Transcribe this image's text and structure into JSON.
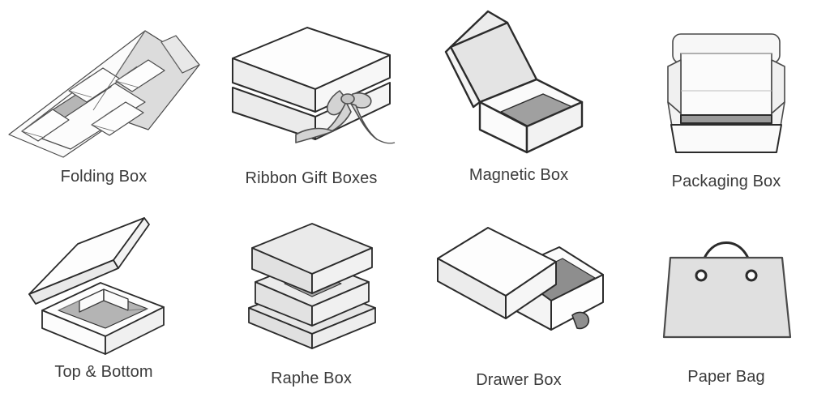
{
  "page": {
    "background": "#ffffff",
    "text_color": "#3b3b3b",
    "columns": 4,
    "rows": 2
  },
  "palette": {
    "outline": "#2b2b2b",
    "outline_soft": "#6e6e6e",
    "panel_white": "#fdfdfd",
    "panel_light": "#f1f1f1",
    "panel_mid": "#e2e2e2",
    "panel_gray": "#d9d9d9",
    "shadow_gray": "#9e9e9e",
    "shadow_dark": "#8a8a8a"
  },
  "items": [
    {
      "id": "folding-box",
      "label": "Folding Box",
      "icon": "folding-box-illustration",
      "row": 1,
      "col": 1
    },
    {
      "id": "ribbon-gift-boxes",
      "label": "Ribbon Gift Boxes",
      "icon": "ribbon-gift-box-illustration",
      "row": 1,
      "col": 2
    },
    {
      "id": "magnetic-box",
      "label": "Magnetic Box",
      "icon": "magnetic-box-illustration",
      "row": 1,
      "col": 3
    },
    {
      "id": "packaging-box",
      "label": "Packaging Box",
      "icon": "packaging-box-illustration",
      "row": 1,
      "col": 4
    },
    {
      "id": "top-bottom",
      "label": "Top & Bottom",
      "icon": "top-and-bottom-box-illustration",
      "row": 2,
      "col": 1
    },
    {
      "id": "raphe-box",
      "label": "Raphe Box",
      "icon": "raphe-box-illustration",
      "row": 2,
      "col": 2
    },
    {
      "id": "drawer-box",
      "label": "Drawer Box",
      "icon": "drawer-box-illustration",
      "row": 2,
      "col": 3
    },
    {
      "id": "paper-bag",
      "label": "Paper Bag",
      "icon": "paper-bag-illustration",
      "row": 2,
      "col": 4
    }
  ]
}
